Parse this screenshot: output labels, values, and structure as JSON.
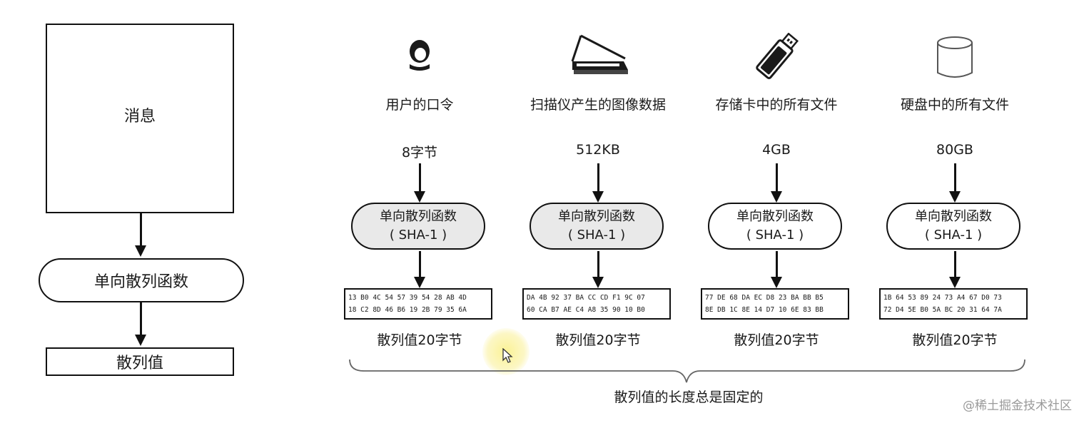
{
  "left_flow": {
    "message_label": "消息",
    "function_label": "单向散列函数",
    "hash_label": "散列值"
  },
  "columns": [
    {
      "icon": "person-head-icon",
      "label": "用户的口令",
      "size": "8字节",
      "func_line1": "单向散列函数",
      "func_line2": "( SHA-1 )",
      "digest_row1": "13 B0 4C 54 57 39 54 28 AB 4D",
      "digest_row2": "18 C2 8D 46 B6 19 2B 79 35 6A",
      "digest_size": "散列值20字节"
    },
    {
      "icon": "scanner-icon",
      "label": "扫描仪产生的图像数据",
      "size": "512KB",
      "func_line1": "单向散列函数",
      "func_line2": "( SHA-1 )",
      "digest_row1": "DA 4B 92 37 BA CC CD F1 9C 07",
      "digest_row2": "60 CA B7 AE C4 A8 35 90 10 B0",
      "digest_size": "散列值20字节"
    },
    {
      "icon": "usb-drive-icon",
      "label": "存储卡中的所有文件",
      "size": "4GB",
      "func_line1": "单向散列函数",
      "func_line2": "( SHA-1 )",
      "digest_row1": "77 DE 68 DA EC D8 23 BA BB B5",
      "digest_row2": "8E DB 1C 8E 14 D7 10 6E 83 BB",
      "digest_size": "散列值20字节"
    },
    {
      "icon": "hard-disk-cylinder-icon",
      "label": "硬盘中的所有文件",
      "size": "80GB",
      "func_line1": "单向散列函数",
      "func_line2": "( SHA-1 )",
      "digest_row1": "1B 64 53 89 24 73 A4 67 D0 73",
      "digest_row2": "72 D4 5E B0 5A BC 20 31 64 7A",
      "digest_size": "散列值20字节"
    }
  ],
  "bottom_caption": "散列值的长度总是固定的",
  "watermark": "@稀土掘金技术社区",
  "colors": {
    "line": "#111111",
    "pill_fill": "#e9e9e9",
    "highlight": "#f7ec8a"
  }
}
